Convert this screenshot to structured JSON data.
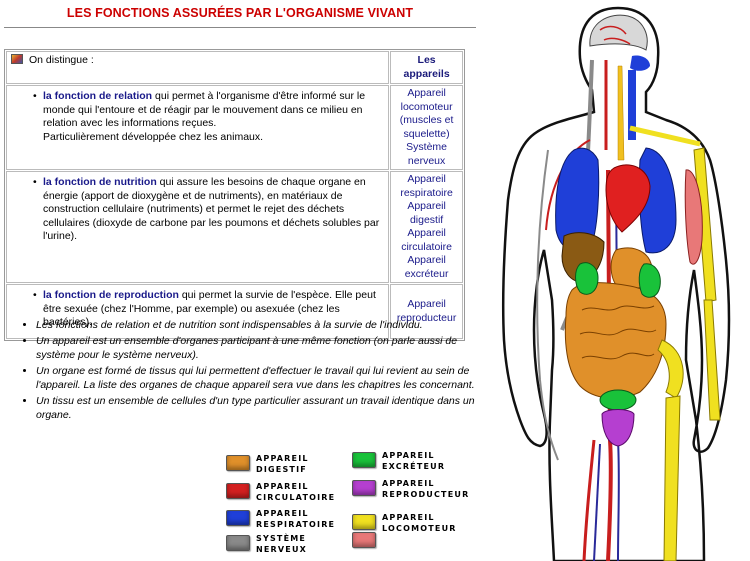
{
  "title": "LES FONCTIONS ASSURÉES PAR L'ORGANISME VIVANT",
  "table": {
    "header_left": "On distingue :",
    "header_right": "Les appareils",
    "rows": [
      {
        "name": "la fonction de relation",
        "description": " qui permet à l'organisme d'être informé sur le monde qui l'entoure et de réagir par le mouvement dans ce milieu en relation avec les informations reçues.",
        "extra": "Particulièrement développée chez les animaux.",
        "appareils": [
          "Appareil locomoteur",
          "(muscles et squelette)",
          "Système nerveux"
        ]
      },
      {
        "name": "la fonction de nutrition",
        "description": " qui assure les besoins de chaque organe en énergie (apport de dioxygène et de nutriments), en matériaux de construction cellulaire (nutriments) et permet le rejet des déchets cellulaires (dioxyde de carbone par les poumons et déchets solubles par l'urine).",
        "extra": "",
        "appareils": [
          "Appareil respiratoire",
          "Appareil digestif",
          "Appareil circulatoire",
          "Appareil excréteur"
        ]
      },
      {
        "name": "la fonction de reproduction",
        "description": " qui permet la survie de l'espèce. Elle peut être sexuée (chez l'Homme, par exemple) ou asexuée (chez les bactéries).",
        "extra": "",
        "appareils": [
          "Appareil reproducteur"
        ]
      }
    ]
  },
  "notes": [
    "Les fonctions de relation et de nutrition sont indispensables à la survie de l'individu.",
    "Un appareil est un ensemble d'organes participant à une même fonction (on parle aussi de système pour le système nerveux).",
    "Un organe est formé de tissus qui lui permettent d'effectuer le travail qui lui revient au sein de l'appareil. La liste des organes de chaque appareil sera vue dans les chapitres les concernant.",
    "Un tissu est un ensemble de cellules d'un type particulier assurant un travail identique dans un organe."
  ],
  "legend": [
    {
      "line1": "APPAREIL",
      "line2": "DIGESTIF",
      "color": "#e0902a"
    },
    {
      "line1": "APPAREIL",
      "line2": "CIRCULATOIRE",
      "color": "#d42020"
    },
    {
      "line1": "APPAREIL",
      "line2": "RESPIRATOIRE",
      "color": "#1f3fd8"
    },
    {
      "line1": "SYSTÈME",
      "line2": "NERVEUX",
      "color": "#8a8a8a"
    },
    {
      "line1": "APPAREIL",
      "line2": "EXCRÉTEUR",
      "color": "#19c23a"
    },
    {
      "line1": "APPAREIL",
      "line2": "REPRODUCTEUR",
      "color": "#b53fd0"
    },
    {
      "line1": "APPAREIL",
      "line2": "LOCOMOTEUR",
      "color": "#f0e020"
    },
    {
      "line1": "",
      "line2": "",
      "color": "#e87878"
    }
  ]
}
